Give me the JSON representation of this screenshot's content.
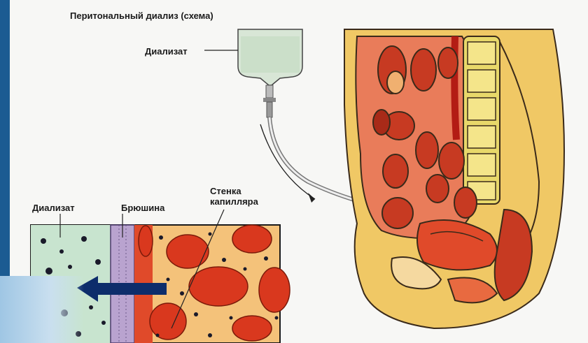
{
  "title": "Перитональный диализ (схема)",
  "labels": {
    "dialysate_bag": "Диализат",
    "dialysate_zone": "Диализат",
    "peritoneum": "Брюшина",
    "capillary_line1": "Стенка",
    "capillary_line2": "капилляра"
  },
  "colors": {
    "dialysate": "#c8e4cf",
    "peritoneum": "#b9a3cf",
    "plasma": "#f4c27a",
    "red_cell": "#d9381e",
    "arrow": "#0d2d6b",
    "body_outline": "#3a2a1a",
    "spine": "#e8d86a"
  }
}
